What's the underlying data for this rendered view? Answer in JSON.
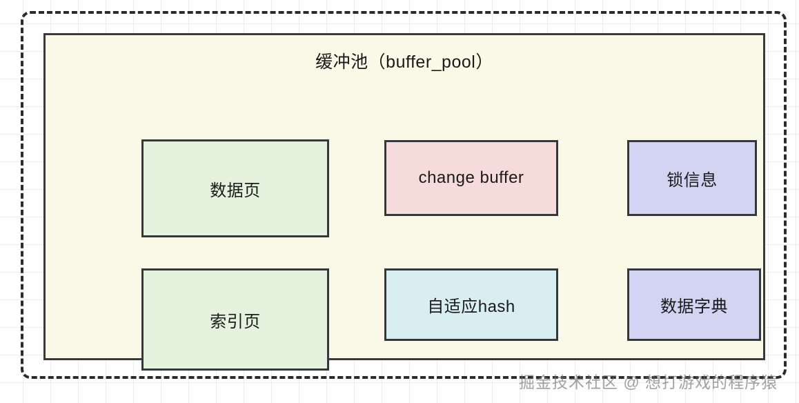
{
  "diagram": {
    "title": "缓冲池（buffer_pool）",
    "outer_container_name": "buffer-pool-dashed-boundary",
    "panel_fill": "#faf8e6",
    "border_color": "#33383d",
    "components": [
      {
        "id": "data-page",
        "label": "数据页",
        "fill": "#e5f2dd",
        "row": 1,
        "col": 1
      },
      {
        "id": "change-buffer",
        "label": "change buffer",
        "fill": "#f5dcdb",
        "row": 1,
        "col": 2
      },
      {
        "id": "lock-info",
        "label": "锁信息",
        "fill": "#d3d4f2",
        "row": 1,
        "col": 3
      },
      {
        "id": "index-page",
        "label": "索引页",
        "fill": "#e5f2dd",
        "row": 2,
        "col": 1
      },
      {
        "id": "adaptive-hash",
        "label": "自适应hash",
        "fill": "#d9eef1",
        "row": 2,
        "col": 2
      },
      {
        "id": "data-dict",
        "label": "数据字典",
        "fill": "#d3d4f2",
        "row": 2,
        "col": 3
      }
    ]
  },
  "watermark": {
    "text": "掘金技术社区 @ 想打游戏的程序猿"
  }
}
